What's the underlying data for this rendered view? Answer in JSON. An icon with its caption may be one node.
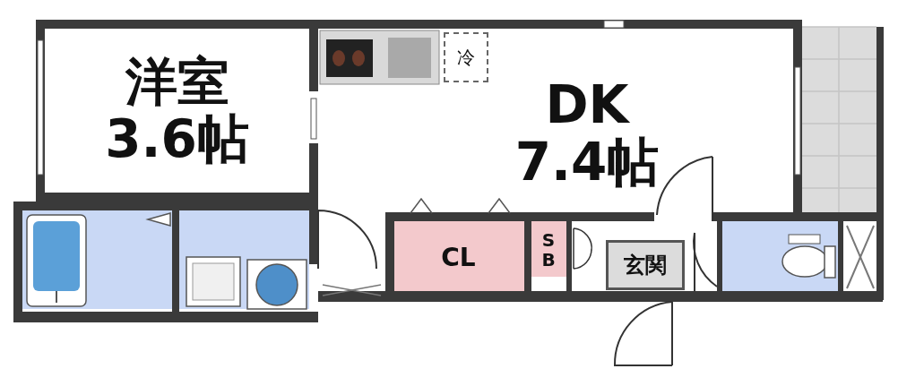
{
  "diagram": {
    "nodes": [
      {
        "text": [
          "洋室",
          "3.6帖"
        ]
      },
      {
        "text": [
          "DK",
          "7.4帖"
        ]
      },
      {
        "text": [
          "冷"
        ]
      },
      {
        "text": [
          "CL"
        ]
      },
      {
        "text": [
          "S B"
        ]
      },
      {
        "text": [
          "玄関"
        ]
      }
    ]
  }
}
